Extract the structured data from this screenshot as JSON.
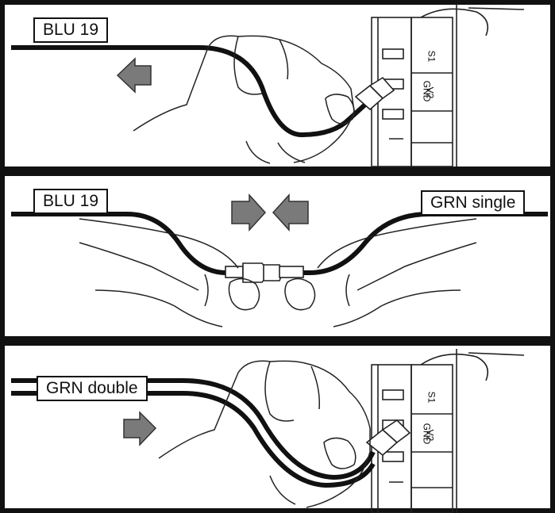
{
  "panels": [
    {
      "id": "disconnect",
      "wire_labels": [
        "BLU 19"
      ],
      "terminal_labels": [
        "S1",
        "V2",
        "GND"
      ],
      "arrow_direction": "left"
    },
    {
      "id": "join",
      "wire_labels": [
        "BLU 19",
        "GRN single"
      ],
      "arrow_direction": "inward"
    },
    {
      "id": "connect",
      "wire_labels": [
        "GRN double"
      ],
      "terminal_labels": [
        "S1",
        "V2",
        "GND"
      ],
      "arrow_direction": "right"
    }
  ],
  "colors": {
    "frame": "#111111",
    "wire": "#111111",
    "arrow_fill": "#7a7a7a",
    "line_art": "#222222",
    "background": "#ffffff"
  }
}
